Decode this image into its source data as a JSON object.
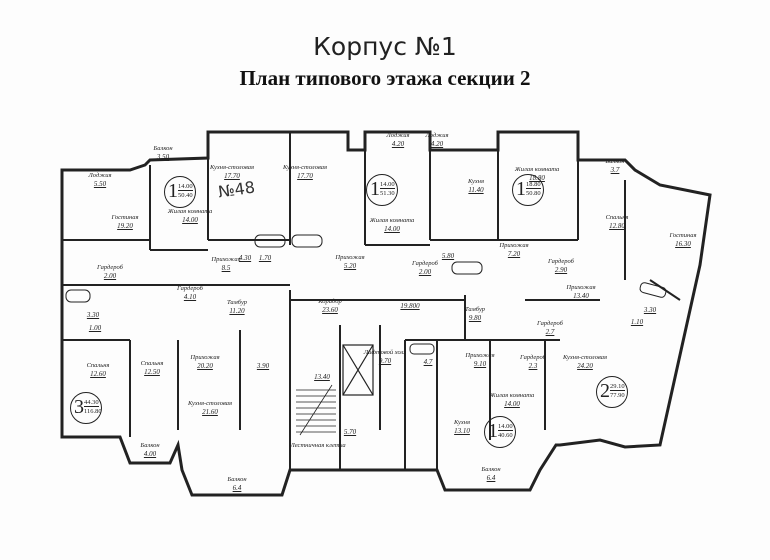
{
  "title": "Корпус №1",
  "subtitle": "План типового этажа секции 2",
  "handwritten_note": "№48",
  "rooms": [
    {
      "name": "Лоджия",
      "area": "5.50"
    },
    {
      "name": "Балкон",
      "area": "3.50"
    },
    {
      "name": "Гостиная",
      "area": "19.20"
    },
    {
      "name": "Жилая комната",
      "area": "14.00"
    },
    {
      "name": "Кухня-столовая",
      "area": "17.70"
    },
    {
      "name": "Кухня-столовая",
      "area": "17.70"
    },
    {
      "name": "Прихожая",
      "area": "8.5"
    },
    {
      "name": "Гардероб",
      "area": "2.00"
    },
    {
      "name": "Гардероб",
      "area": "4.10"
    },
    {
      "name": "",
      "area": "4.30"
    },
    {
      "name": "",
      "area": "1.70"
    },
    {
      "name": "Прихожая",
      "area": "5.20"
    },
    {
      "name": "Жилая комната",
      "area": "14.00"
    },
    {
      "name": "Лоджия",
      "area": "4.20"
    },
    {
      "name": "Лоджия",
      "area": "4.20"
    },
    {
      "name": "Кухня",
      "area": "11.40"
    },
    {
      "name": "Жилая комната",
      "area": "18.80"
    },
    {
      "name": "Балкон",
      "area": "3.7"
    },
    {
      "name": "Спальня",
      "area": "12.80"
    },
    {
      "name": "Гостиная",
      "area": "16.30"
    },
    {
      "name": "Прихожая",
      "area": "7.20"
    },
    {
      "name": "Гардероб",
      "area": "2.00"
    },
    {
      "name": "",
      "area": "5.80"
    },
    {
      "name": "Гардероб",
      "area": "2.90"
    },
    {
      "name": "Прихожая",
      "area": "13.40"
    },
    {
      "name": "",
      "area": "3.30"
    },
    {
      "name": "",
      "area": "1.00"
    },
    {
      "name": "Тамбур",
      "area": "11.20"
    },
    {
      "name": "Коридор",
      "area": "23.60"
    },
    {
      "name": "",
      "area": "19.800"
    },
    {
      "name": "Тамбур",
      "area": "9.80"
    },
    {
      "name": "Гардероб",
      "area": "2.7"
    },
    {
      "name": "",
      "area": "3.30"
    },
    {
      "name": "",
      "area": "1.10"
    },
    {
      "name": "Спальня",
      "area": "12.60"
    },
    {
      "name": "Спальня",
      "area": "12.50"
    },
    {
      "name": "Прихожая",
      "area": "20.20"
    },
    {
      "name": "",
      "area": "3.90"
    },
    {
      "name": "",
      "area": "13.40"
    },
    {
      "name": "Лифтовой холл",
      "area": "9.70"
    },
    {
      "name": "",
      "area": "4.7"
    },
    {
      "name": "Прихожая",
      "area": "9.10"
    },
    {
      "name": "Гардероб",
      "area": "2.3"
    },
    {
      "name": "Кухня-столовая",
      "area": "24.20"
    },
    {
      "name": "Кухня-столовая",
      "area": "21.60"
    },
    {
      "name": "Лестничная клетка",
      "area": ""
    },
    {
      "name": "",
      "area": "5.70"
    },
    {
      "name": "Кухня",
      "area": "13.10"
    },
    {
      "name": "Жилая комната",
      "area": "14.00"
    },
    {
      "name": "Балкон",
      "area": "4.00"
    },
    {
      "name": "Балкон",
      "area": "6.4"
    },
    {
      "name": "Балкон",
      "area": "6.4"
    }
  ],
  "apartments": [
    {
      "rooms": "1",
      "living": "14.00",
      "total": "50.40"
    },
    {
      "rooms": "1",
      "living": "14.00",
      "total": "51.30"
    },
    {
      "rooms": "1",
      "living": "18.80",
      "total": "50.80"
    },
    {
      "rooms": "3",
      "living": "44.30",
      "total": "116.80"
    },
    {
      "rooms": "2",
      "living": "29.10",
      "total": "77.90"
    },
    {
      "rooms": "1",
      "living": "14.00",
      "total": "40.60"
    }
  ]
}
